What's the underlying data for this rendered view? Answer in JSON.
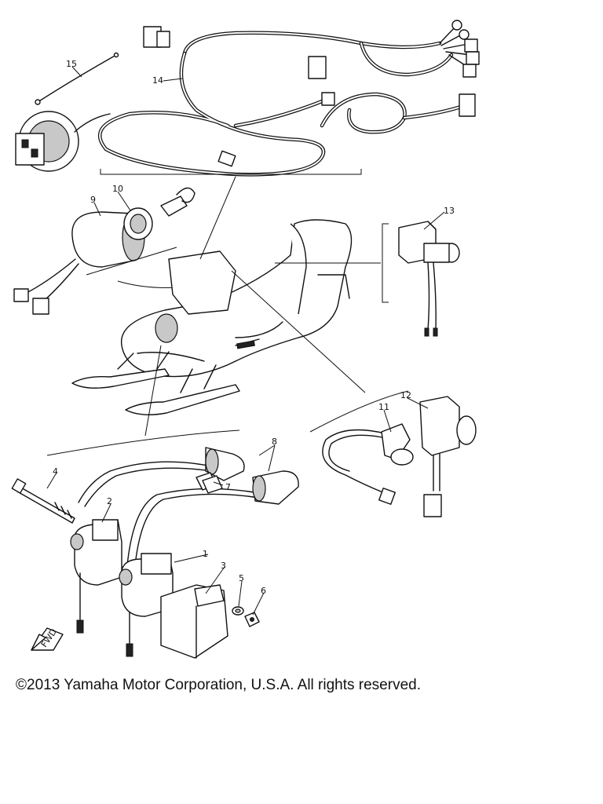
{
  "callouts": [
    "1",
    "2",
    "3",
    "4",
    "5",
    "6",
    "7",
    "8",
    "9",
    "10",
    "11",
    "12",
    "13",
    "14",
    "15"
  ],
  "direction_label": "FWD",
  "copyright": "©2013 Yamaha Motor Corporation, U.S.A. All rights reserved."
}
